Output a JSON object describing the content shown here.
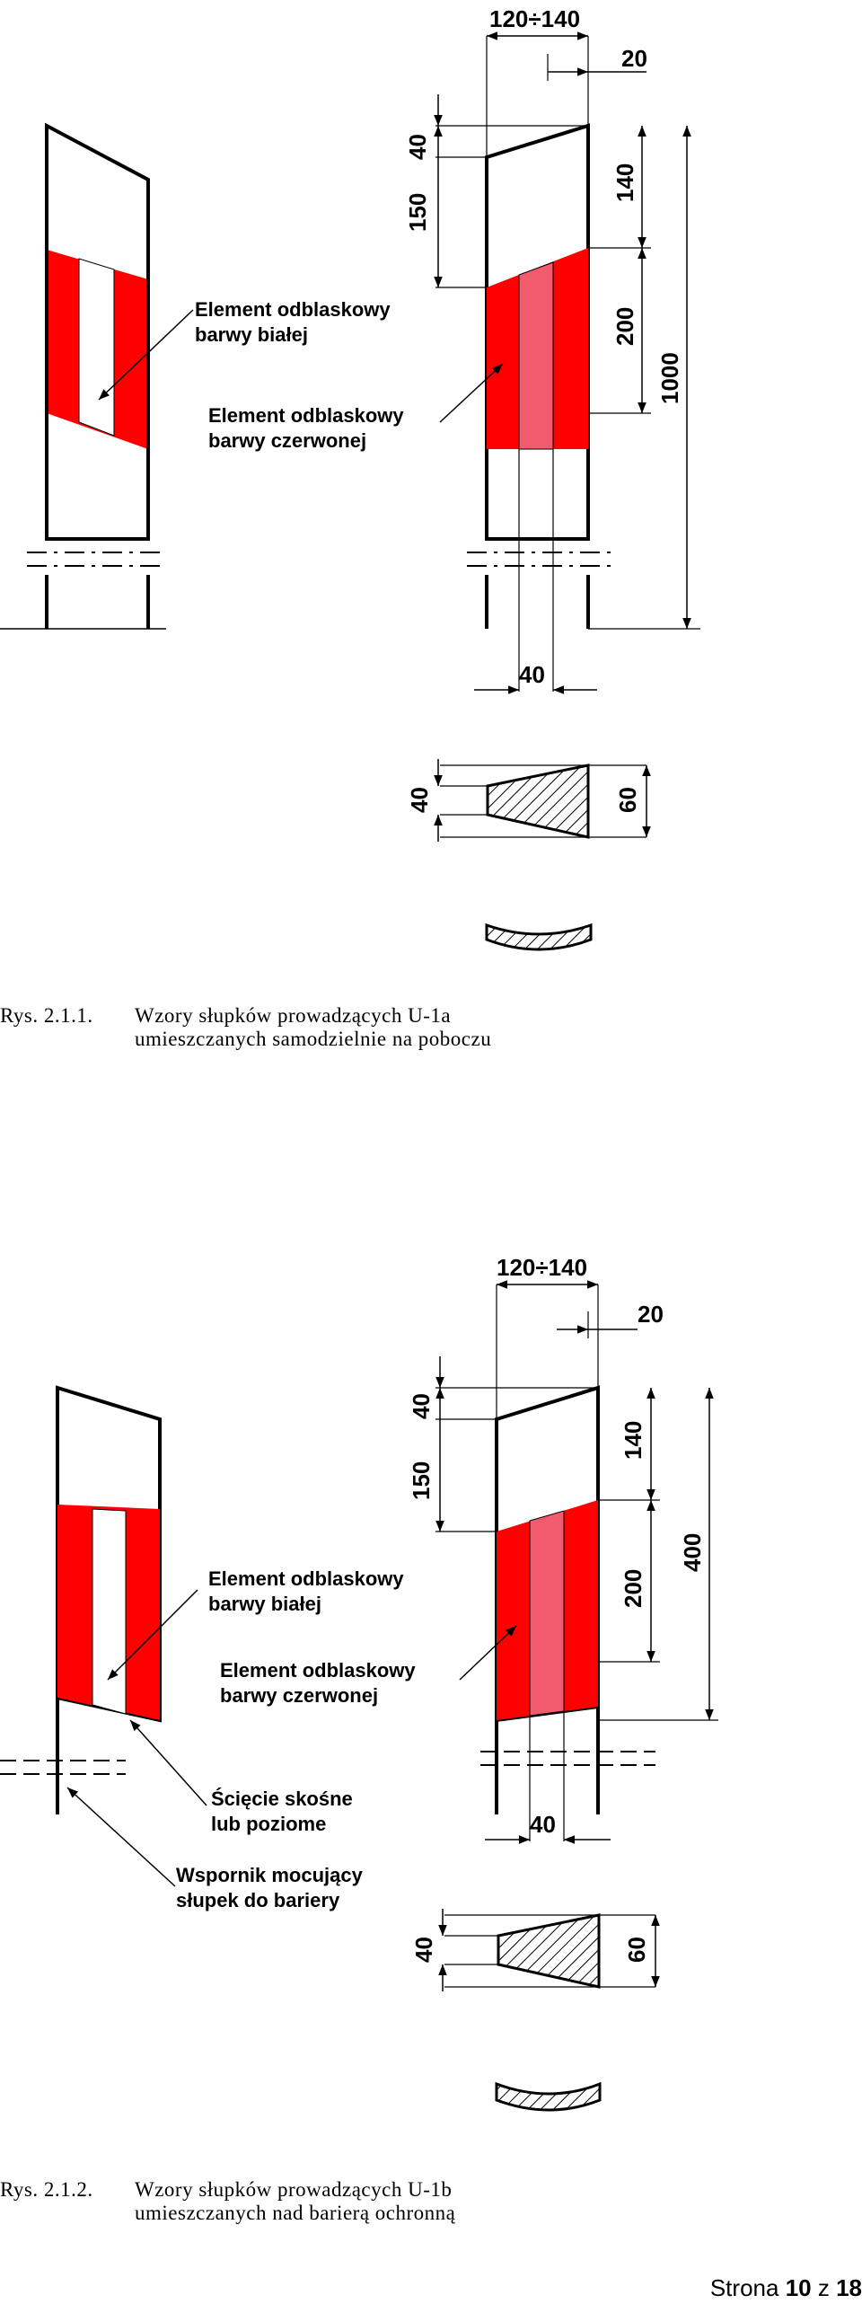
{
  "figure1": {
    "labels": {
      "white_element": [
        "Element odblaskowy",
        "barwy białej"
      ],
      "red_element": [
        "Element odblaskowy",
        "barwy czerwonej"
      ]
    },
    "dims": {
      "width_range": "120÷140",
      "offset_top": "20",
      "slant": "40",
      "top_gap": "150",
      "upper": "140",
      "reflector": "200",
      "total": "1000",
      "strip_width": "40",
      "section_small": "40",
      "section_large": "60"
    },
    "caption": {
      "number": "Rys. 2.1.1.",
      "line1": "Wzory słupków prowadzących U-1a",
      "line2": "umieszczanych samodzielnie na poboczu"
    }
  },
  "figure2": {
    "labels": {
      "white_element": [
        "Element odblaskowy",
        "barwy białej"
      ],
      "red_element": [
        "Element odblaskowy",
        "barwy czerwonej"
      ],
      "cut": [
        "Ścięcie skośne",
        "lub poziome"
      ],
      "bracket": [
        "Wspornik mocujący",
        "słupek do bariery"
      ]
    },
    "dims": {
      "width_range": "120÷140",
      "offset_top": "20",
      "slant": "40",
      "top_gap": "150",
      "upper": "140",
      "reflector": "200",
      "total": "400",
      "strip_width": "40",
      "section_small": "40",
      "section_large": "60"
    },
    "caption": {
      "number": "Rys. 2.1.2.",
      "line1": "Wzory słupków prowadzących U-1b",
      "line2": "umieszczanych nad barierą ochronną"
    }
  },
  "footer": {
    "prefix": "Strona",
    "page": "10",
    "sep": "z",
    "total": "18"
  },
  "colors": {
    "red": "#ff0000",
    "pink": "#f25a6e",
    "black": "#000000"
  }
}
